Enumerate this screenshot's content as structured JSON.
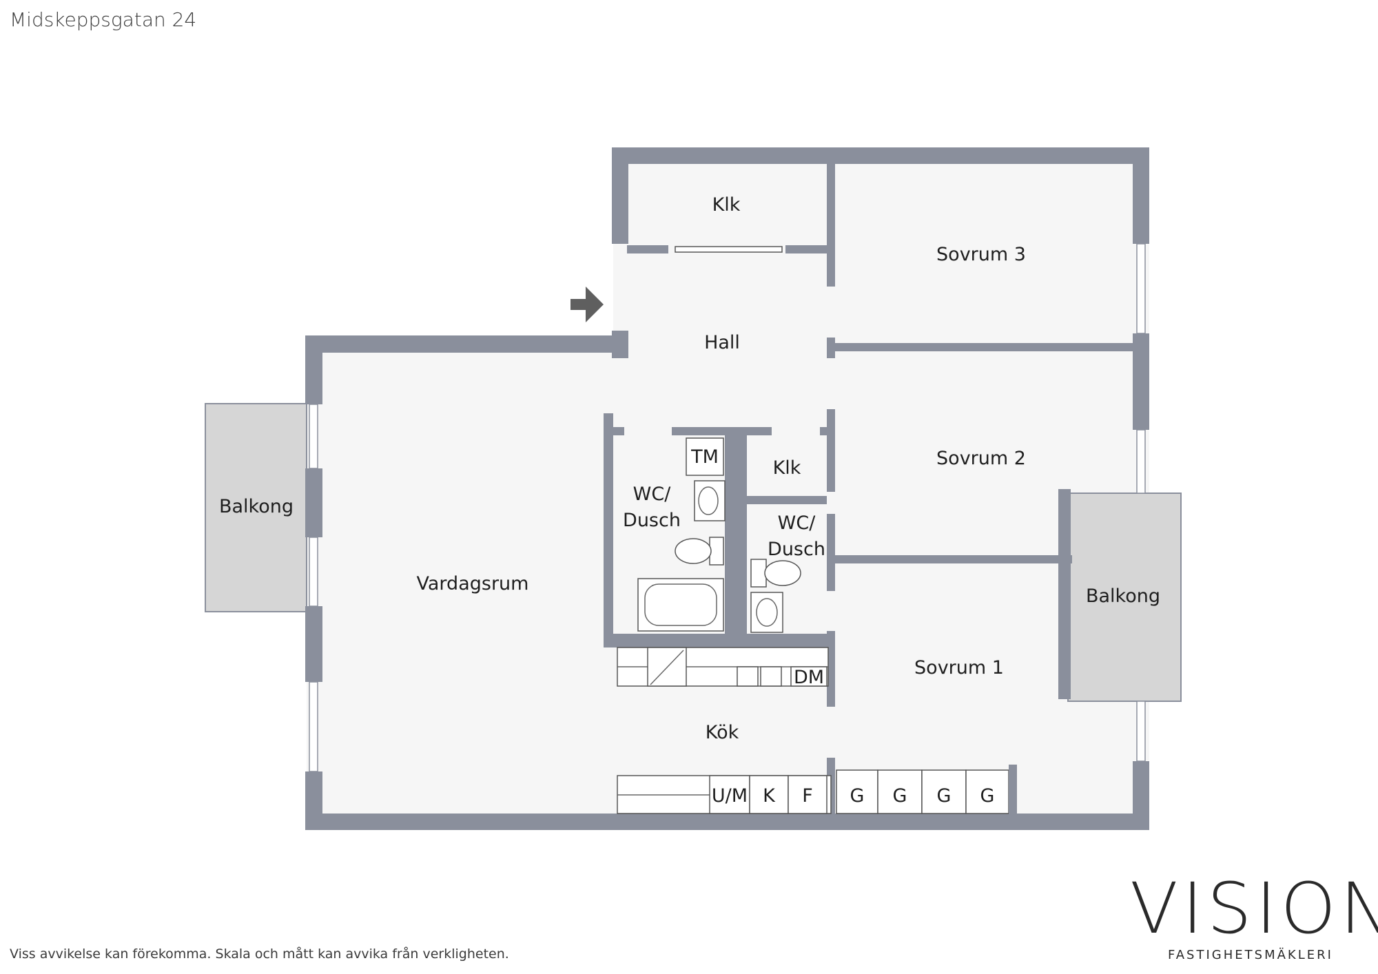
{
  "address": "Midskeppsgatan 24",
  "disclaimer": "Viss avvikelse kan förekomma. Skala och mått kan avvika från verkligheten.",
  "brand": {
    "name": "VISION",
    "subtitle": "FASTIGHETSMÄKLERI"
  },
  "rooms": {
    "klk_top": "Klk",
    "sovrum3": "Sovrum 3",
    "hall": "Hall",
    "sovrum2": "Sovrum 2",
    "balkong_left": "Balkong",
    "balkong_right": "Balkong",
    "vardagsrum": "Vardagsrum",
    "wc_dusch_1_line1": "WC/",
    "wc_dusch_1_line2": "Dusch",
    "wc_dusch_2_line1": "WC/",
    "wc_dusch_2_line2": "Dusch",
    "klk_mid": "Klk",
    "tm": "TM",
    "dm": "DM",
    "sovrum1": "Sovrum 1",
    "kok": "Kök"
  },
  "appliances": [
    "U/M",
    "K",
    "F"
  ],
  "wardrobes": [
    "G",
    "G",
    "G",
    "G"
  ],
  "colors": {
    "wall": "#8a8f9c",
    "floor": "#f6f6f6",
    "balcony": "#d6d6d6",
    "arrow": "#5f5f5f"
  },
  "icons": [
    "entrance-arrow-icon",
    "sink-icon",
    "toilet-icon",
    "bathtub-icon",
    "stove-icon"
  ]
}
